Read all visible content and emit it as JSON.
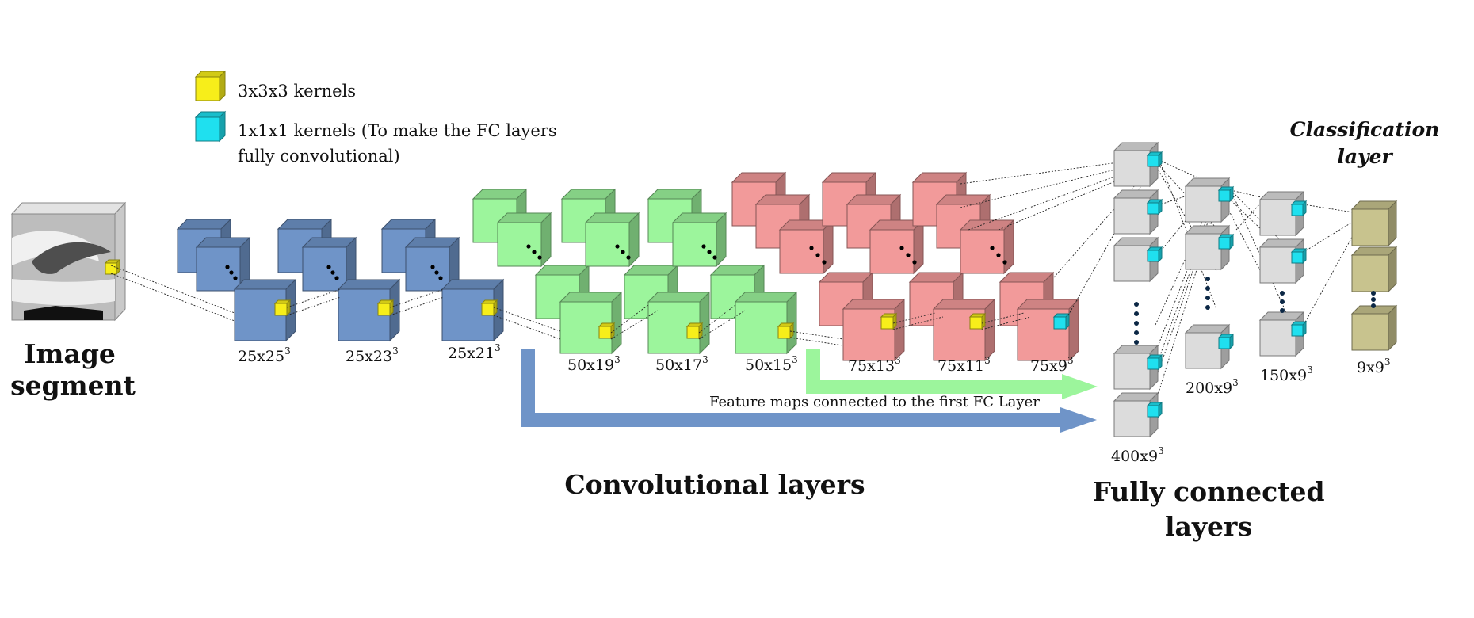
{
  "legend": {
    "kernel3": "3x3x3 kernels",
    "kernel1_line1": "1x1x1 kernels (To make the FC layers",
    "kernel1_line2": "fully convolutional)"
  },
  "input": {
    "line1": "Image",
    "line2": "segment"
  },
  "conv_labels": {
    "b1": "25x25",
    "b2": "25x23",
    "b3": "25x21",
    "g1": "50x19",
    "g2": "50x17",
    "g3": "50x15",
    "r1": "75x13",
    "r2": "75x11",
    "r3": "75x9"
  },
  "fc_labels": {
    "fc1": "400x9",
    "fc2": "200x9",
    "fc3": "150x9",
    "cls": "9x9"
  },
  "superscript": "3",
  "feature_note": "Feature maps connected to the first FC Layer",
  "titles": {
    "conv": "Convolutional layers",
    "fc_line1": "Fully connected",
    "fc_line2": "layers",
    "cls_line1": "Classification",
    "cls_line2": "layer"
  },
  "colors": {
    "blue": "#6f94c8",
    "green": "#9cf59c",
    "red": "#f29a9a",
    "grey": "#dcdcdc",
    "olive": "#c8c38e",
    "yellow_kernel": "#f7ee1a",
    "cyan_kernel": "#1fe0ef",
    "green_arrow": "#9cf59c",
    "blue_arrow": "#6f94c8"
  },
  "icons": {
    "kernel3": "yellow-cube-icon",
    "kernel1": "cyan-cube-icon"
  }
}
